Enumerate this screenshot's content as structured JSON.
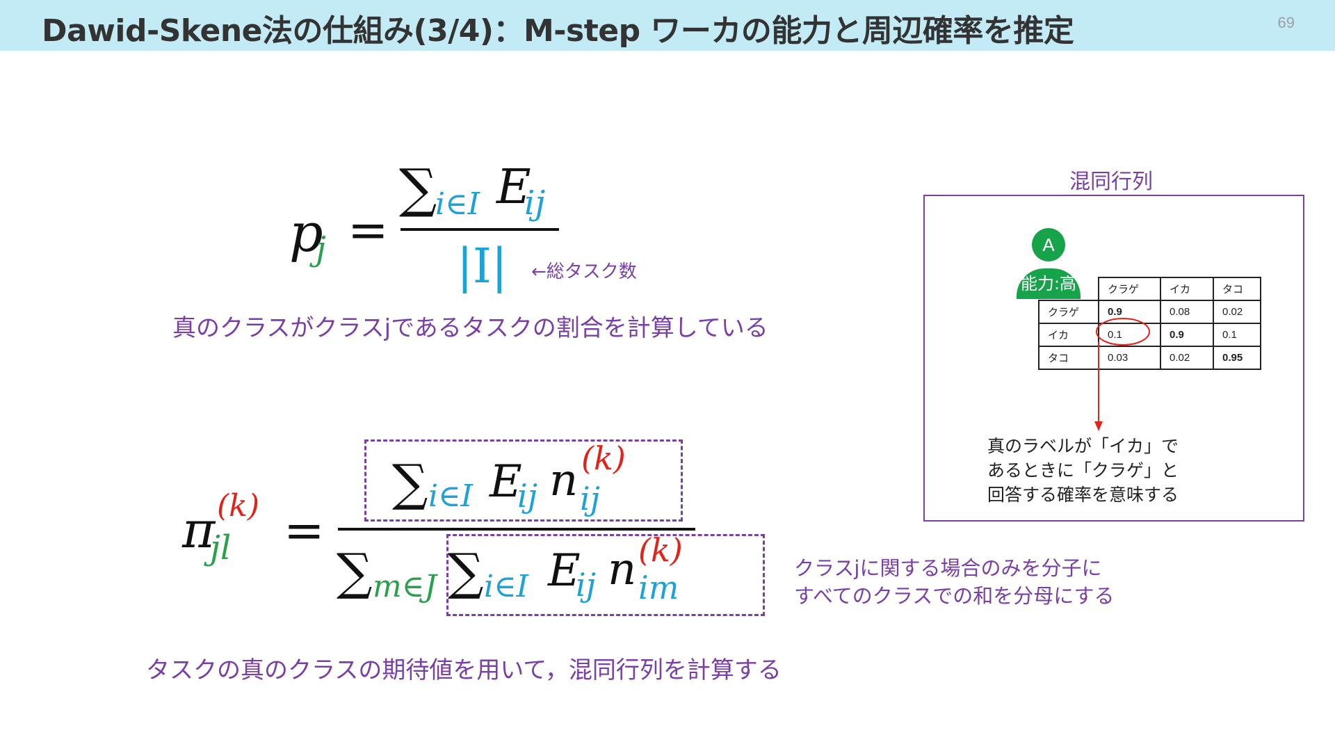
{
  "slide": {
    "title": "Dawid-Skene法の仕組み(3/4)：M-step ワーカの能力と周辺確率を推定",
    "page_number": "69"
  },
  "formula1": {
    "lhs_symbol": "p",
    "lhs_sub": "j",
    "equals": "=",
    "num_sum": "∑",
    "num_sum_sub": "i∈I",
    "num_E": "E",
    "num_E_sub": "ij",
    "denominator": "|I|",
    "denominator_note": "←総タスク数",
    "caption": "真のクラスがクラスjであるタスクの割合を計算している"
  },
  "formula2": {
    "lhs_symbol": "π",
    "lhs_sup": "(k)",
    "lhs_sub": "jl",
    "equals": "=",
    "num_sum": "∑",
    "num_sum_sub": "i∈I",
    "num_E": "E",
    "num_E_sub": "ij",
    "num_n": "n",
    "num_n_sup": "(k)",
    "num_n_sub": "ij",
    "den_outer_sum": "∑",
    "den_outer_sub": "m∈J",
    "den_sum": "∑",
    "den_sum_sub": "i∈I",
    "den_E": "E",
    "den_E_sub": "ij",
    "den_n": "n",
    "den_n_sup": "(k)",
    "den_n_sub": "im",
    "side_note_line1": "クラスjに関する場合のみを分子に",
    "side_note_line2": "すべてのクラスでの和を分母にする",
    "caption": "タスクの真のクラスの期待値を用いて，混同行列を計算する"
  },
  "confusion_matrix": {
    "title": "混同行列",
    "worker_label": "A",
    "ability_label": "能力:高",
    "columns": [
      "クラゲ",
      "イカ",
      "タコ"
    ],
    "rows": [
      {
        "label": "クラゲ",
        "values": [
          "0.9",
          "0.08",
          "0.02"
        ]
      },
      {
        "label": "イカ",
        "values": [
          "0.1",
          "0.9",
          "0.1"
        ]
      },
      {
        "label": "タコ",
        "values": [
          "0.03",
          "0.02",
          "0.95"
        ]
      }
    ],
    "note_line1": "真のラベルが「イカ」で",
    "note_line2": "あるときに「クラゲ」と",
    "note_line3": "回答する確率を意味する",
    "colors": {
      "accent_purple": "#7a3fa6",
      "highlight_red": "#e2231a",
      "avatar_green": "#16a34a"
    }
  }
}
